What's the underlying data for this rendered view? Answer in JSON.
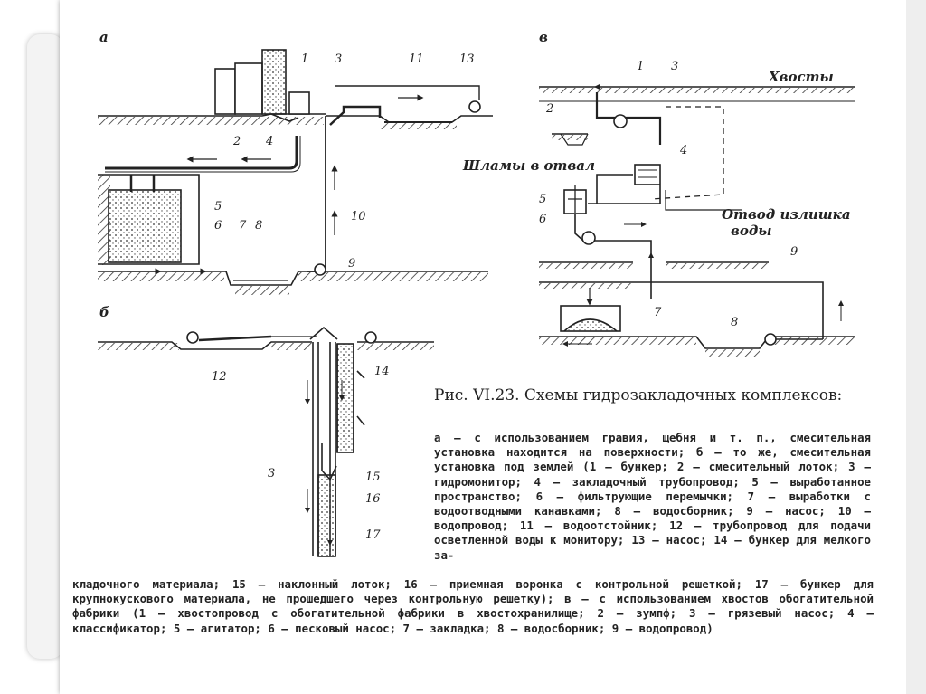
{
  "diagram_a": {
    "panel_label": "а",
    "labels": [
      "1",
      "3",
      "11",
      "13",
      "2",
      "4",
      "5",
      "10",
      "6",
      "7",
      "8",
      "9"
    ]
  },
  "diagram_b": {
    "panel_label": "б",
    "labels": [
      "12",
      "14",
      "3",
      "15",
      "16",
      "17"
    ]
  },
  "diagram_v": {
    "panel_label": "в",
    "labels": [
      "1",
      "3",
      "2",
      "4",
      "5",
      "6",
      "9",
      "7",
      "8"
    ],
    "text_tailings": "Хвосты",
    "text_slimes": "Шламы в отвал",
    "text_drain_line1": "Отвод излишка",
    "text_drain_line2": "воды"
  },
  "caption": {
    "title": "Рис. VI.23. Схемы гидрозакладочных комплексов:",
    "body": "а — с использованием гравия, щебня и т. п., смесительная установка находится на поверхности; б — то же, смесительная установка под землей (1 — бункер; 2 — смесительный лоток; 3 — гидромонитор; 4 — закладочный трубопровод; 5 — выработанное пространство; 6 — фильтрующие перемычки; 7 — выработки с водоотводными канавками; 8 — водосборник; 9 — насос; 10 — водопровод; 11 — водоотстойник; 12 — трубопровод для подачи осветленной воды к монитору; 13 — насос; 14 — бункер для мелкого за-",
    "body_continued": "кладочного материала; 15 — наклонный лоток; 16 — приемная воронка с контрольной решеткой; 17 — бункер для крупнокускового материала, не прошедшего через контрольную решетку); в — с использованием хвостов обогатительной фабрики (1 — хвостопровод с обогатительной фабрики в хвостохранилище; 2 — зумпф; 3 — грязевый насос; 4 — классификатор; 5 — агитатор; 6 — песковый насос; 7 — закладка; 8 — водосборник; 9 — водопровод)"
  }
}
